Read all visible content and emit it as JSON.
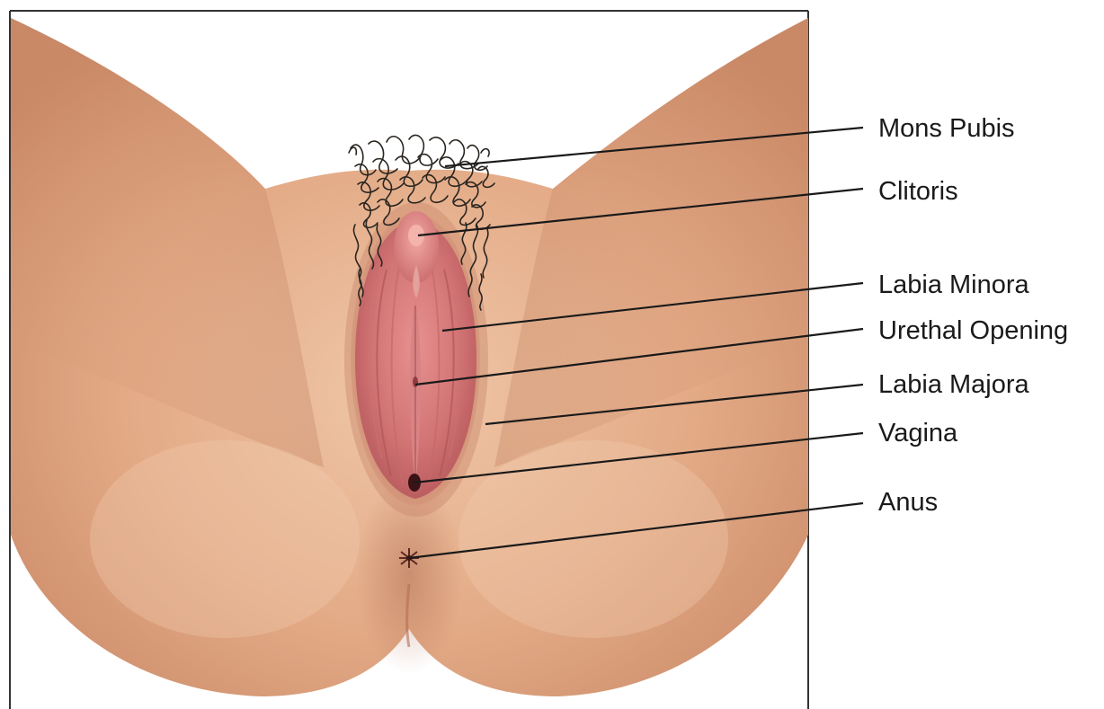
{
  "labels": {
    "mons_pubis": "Mons Pubis",
    "clitoris": "Clitoris",
    "labia_minora": "Labia Minora",
    "urethral_opening": "Urethal Opening",
    "labia_majora": "Labia Majora",
    "vagina": "Vagina",
    "anus": "Anus"
  },
  "colors": {
    "skin_light": "#edbb98",
    "skin_mid": "#d9987a",
    "skin_shadow": "#b87358",
    "mucosa_light": "#e28a86",
    "mucosa_dark": "#b8575a",
    "hair": "#2a2520",
    "frame": "#333333",
    "leader_line": "#1a1a1a"
  }
}
